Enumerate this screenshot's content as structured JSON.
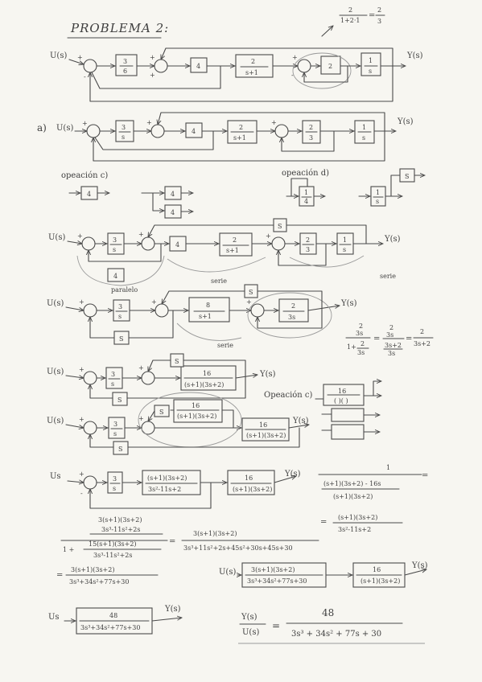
{
  "title": "PROBLEMA 2:",
  "top_note": {
    "num": "2",
    "den": "1+2·1",
    "eq": "=",
    "res_num": "2",
    "res_den": "3"
  },
  "signals": {
    "input": "U(s)",
    "input_alt": "Us",
    "output": "Y(s)",
    "plus": "+",
    "minus": "-"
  },
  "row1": {
    "blocks": [
      "3",
      "6",
      "4",
      "2",
      "s+1",
      "2",
      "1",
      "s"
    ]
  },
  "row2": {
    "label": "a)",
    "blocks": [
      "3",
      "s",
      "4",
      "2",
      "s+1",
      "2",
      "3",
      "1",
      "s"
    ]
  },
  "options": {
    "c_label": "opeación c)",
    "d_label": "opeación d)",
    "c_blocks": [
      "4",
      "4",
      "4"
    ],
    "d_blocks": [
      "1",
      "4",
      "1",
      "s",
      "S"
    ]
  },
  "row3": {
    "blocks": [
      "3",
      "s",
      "4",
      "2",
      "s+1",
      "2",
      "3",
      "1",
      "s",
      "S",
      "4"
    ],
    "labels": [
      "paralelo",
      "serie",
      "serie"
    ]
  },
  "row4": {
    "blocks": [
      "3",
      "s",
      "8",
      "s+1",
      "2",
      "3s",
      "S",
      "S"
    ],
    "label": "serie",
    "eq": {
      "a_num": "2",
      "a_den": "3s",
      "b_num": "2",
      "b_den": "3s",
      "c_num": "3s+2",
      "c_den": "3s",
      "res_num": "2",
      "res_den": "3s+2",
      "one": "1+",
      "eq1": "=",
      "eq2": "=",
      "eq3": "="
    }
  },
  "row5": {
    "blocks": [
      "3",
      "s",
      "16",
      "(s+1)(3s+2)",
      "S",
      "S"
    ],
    "option_label": "Opeación c)",
    "option_block": "16",
    "option_block_den": "( )( )"
  },
  "row6": {
    "blocks": [
      "3",
      "s",
      "S",
      "16",
      "(s+1)(3s+2)",
      "16",
      "(s+1)(3s+2)",
      "S"
    ]
  },
  "row7": {
    "blocks": [
      "3",
      "s",
      "(s+1)(3s+2)",
      "3s²-11s+2",
      "16",
      "(s+1)(3s+2)"
    ],
    "eq_right": {
      "num": "1",
      "d1": "(s+1)(3s+2) - 16s",
      "d2": "(s+1)(3s+2)",
      "eq": "=",
      "r_num": "(s+1)(3s+2)",
      "r_den": "3s²-11s+2"
    }
  },
  "row8": {
    "f_num": "3(s+1)(3s+2)",
    "f_den": "3s³-11s²+2s",
    "f_one": "1 +",
    "f_inner_num": "15(s+1)(3s+2)",
    "f_inner_den": "3s³-11s²+2s",
    "r_num": "3(s+1)(3s+2)",
    "r_den": "3s³+11s²+2s+45s²+30s+45s+30",
    "eq": "="
  },
  "row9": {
    "eq": "=",
    "num": "3(s+1)(3s+2)",
    "den": "3s³+34s²+77s+30",
    "b1_num": "3(s+1)(3s+2)",
    "b1_den": "3s³+34s²+77s+30",
    "b2_num": "16",
    "b2_den": "(s+1)(3s+2)"
  },
  "final": {
    "block": "48",
    "block_den": "3s³+34s²+77s+30",
    "lhs_num": "Y(s)",
    "lhs_den": "U(s)",
    "eq": "=",
    "rhs_num": "48",
    "rhs_den": "3s³ + 34s² + 77s + 30"
  }
}
